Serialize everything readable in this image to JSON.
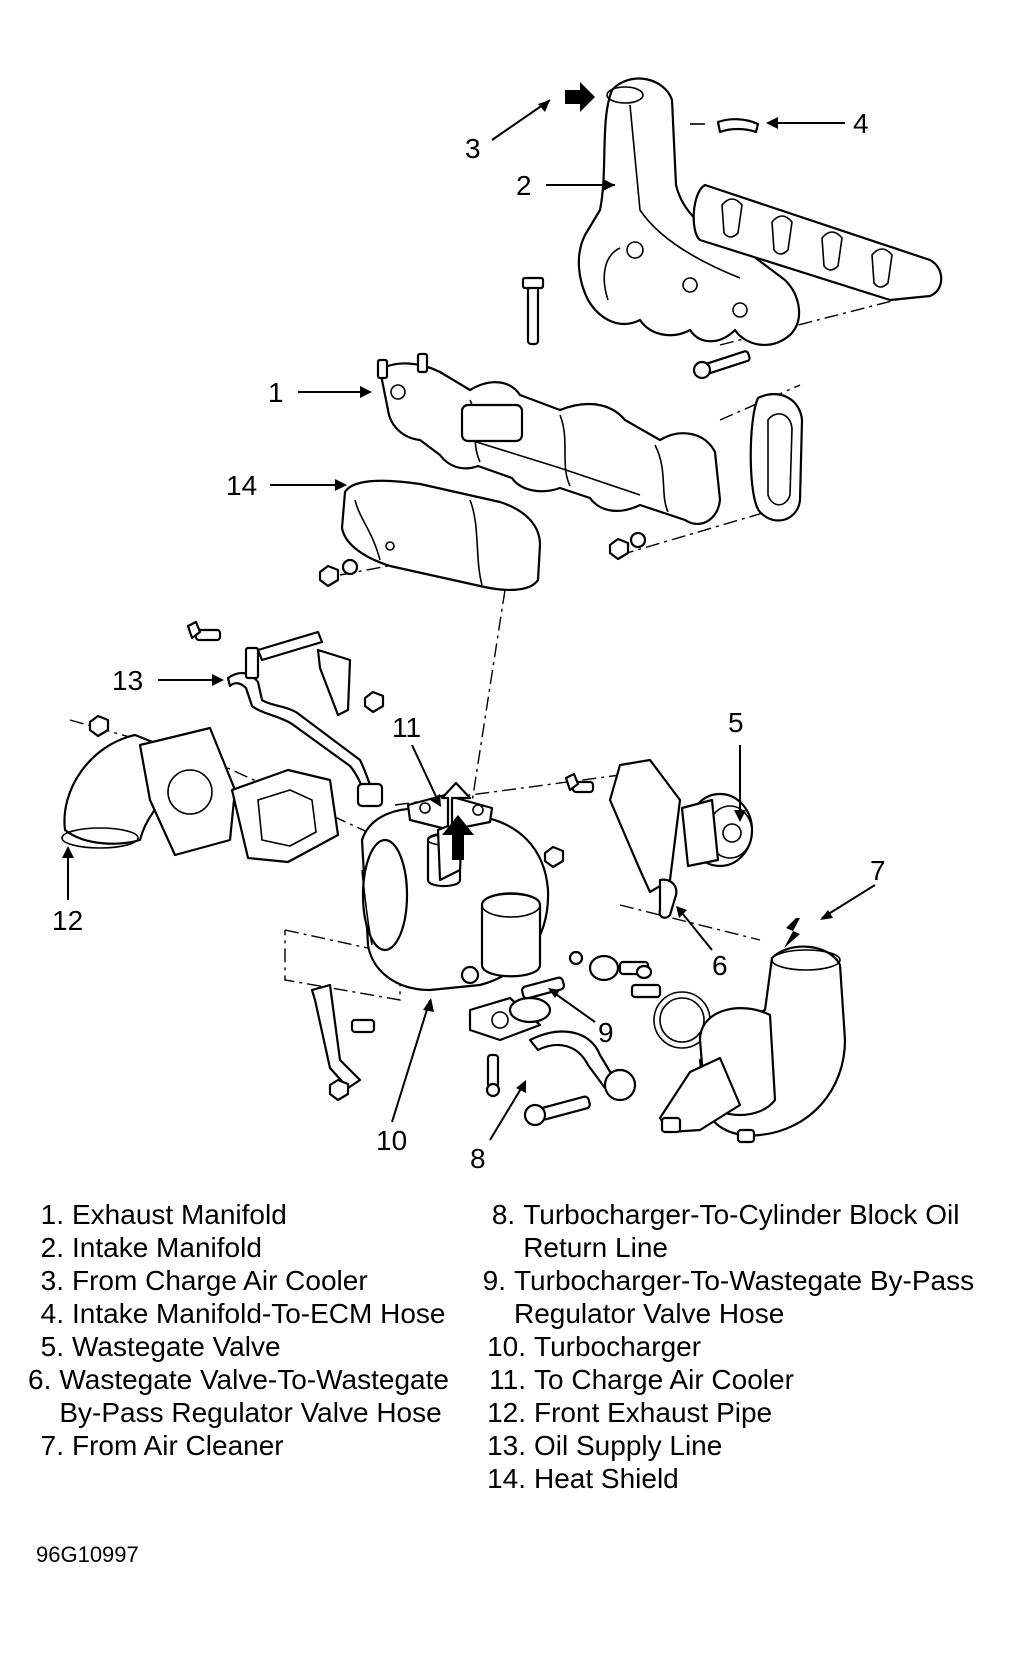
{
  "callouts": {
    "c1": "1",
    "c2": "2",
    "c3": "3",
    "c4": "4",
    "c5": "5",
    "c6": "6",
    "c7": "7",
    "c8": "8",
    "c9": "9",
    "c10": "10",
    "c11": "11",
    "c12": "12",
    "c13": "13",
    "c14": "14"
  },
  "legend_left": [
    {
      "num": "1.",
      "text": "Exhaust Manifold"
    },
    {
      "num": "2.",
      "text": "Intake Manifold"
    },
    {
      "num": "3.",
      "text": "From Charge Air Cooler"
    },
    {
      "num": "4.",
      "text": "Intake Manifold-To-ECM Hose"
    },
    {
      "num": "5.",
      "text": "Wastegate Valve"
    },
    {
      "num": "6.",
      "text": "Wastegate Valve-To-Wastegate By-Pass Regulator Valve Hose"
    },
    {
      "num": "7.",
      "text": "From Air Cleaner"
    }
  ],
  "legend_right": [
    {
      "num": "8.",
      "text": "Turbocharger-To-Cylinder Block Oil Return Line"
    },
    {
      "num": "9.",
      "text": "Turbocharger-To-Wastegate By-Pass Regulator Valve Hose"
    },
    {
      "num": "10.",
      "text": "Turbocharger"
    },
    {
      "num": "11.",
      "text": "To Charge Air Cooler"
    },
    {
      "num": "12.",
      "text": "Front Exhaust Pipe"
    },
    {
      "num": "13.",
      "text": "Oil Supply Line"
    },
    {
      "num": "14.",
      "text": "Heat Shield"
    }
  ],
  "figure_id": "96G10997"
}
